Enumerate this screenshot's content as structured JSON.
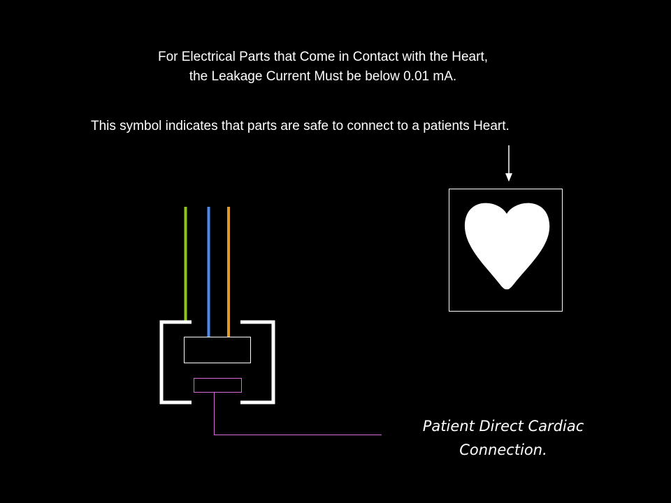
{
  "heading": {
    "line1": "For Electrical Parts that Come in Contact with the Heart,",
    "line2": "the Leakage Current Must be below 0.01 mA."
  },
  "symbol_note": "This symbol indicates that parts are safe to connect to a patients Heart.",
  "caption": {
    "line1": "Patient Direct Cardiac",
    "line2": "Connection."
  },
  "colors": {
    "background": "#000000",
    "text": "#ffffff",
    "wire_green": "#8fc41f",
    "wire_blue": "#4a8af0",
    "wire_orange": "#e09a2a",
    "patient_lead": "#d86ad8"
  },
  "icons": {
    "cardiac_symbol": "heart-icon",
    "pointer": "arrow-down-icon"
  }
}
